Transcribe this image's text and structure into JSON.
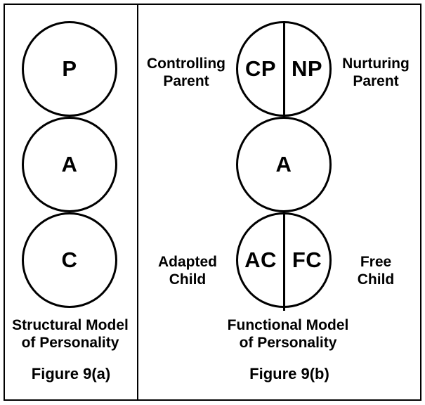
{
  "colors": {
    "ink": "#000000",
    "background": "#ffffff"
  },
  "left_panel": {
    "circles": [
      {
        "name": "parent",
        "label": "P"
      },
      {
        "name": "adult",
        "label": "A"
      },
      {
        "name": "child",
        "label": "C"
      }
    ],
    "title": "Structural Model\nof Personality",
    "caption": "Figure 9(a)"
  },
  "right_panel": {
    "top_circle": {
      "left_label": "CP",
      "right_label": "NP"
    },
    "middle_circle": {
      "label": "A"
    },
    "bottom_circle": {
      "left_label": "AC",
      "right_label": "FC"
    },
    "side_labels": {
      "controlling_parent": "Controlling\nParent",
      "nurturing_parent": "Nurturing\nParent",
      "adapted_child": "Adapted\nChild",
      "free_child": "Free\nChild"
    },
    "title": "Functional Model\nof Personality",
    "caption": "Figure 9(b)"
  }
}
